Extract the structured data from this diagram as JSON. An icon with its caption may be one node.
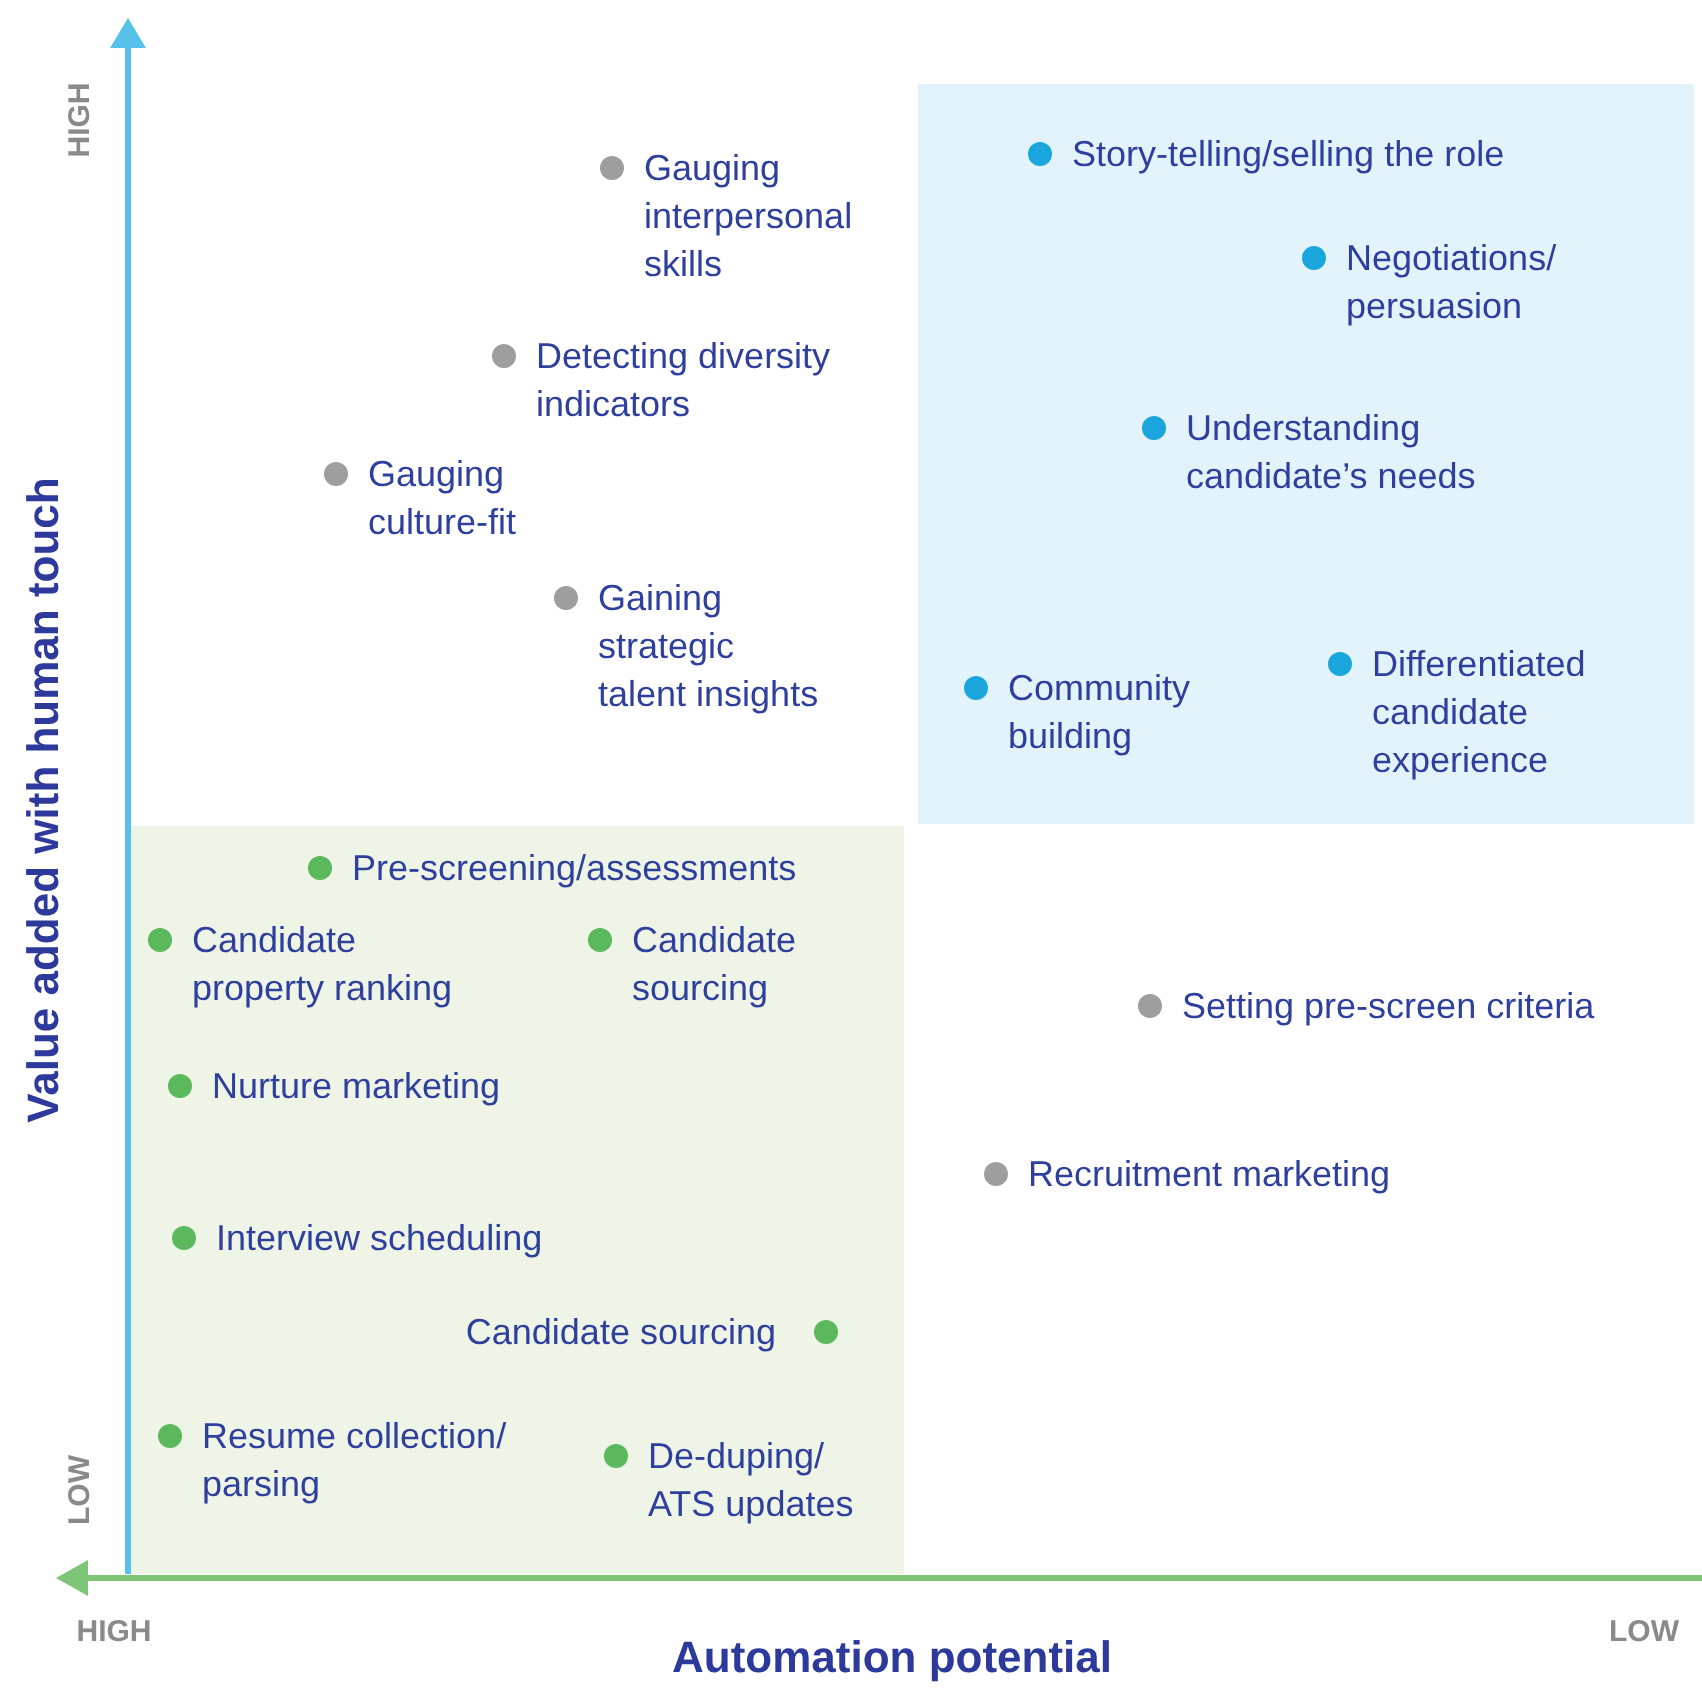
{
  "diagram": {
    "nodes": [
      {
        "text": [],
        "shape": "box"
      },
      {
        "text": [],
        "shape": "box"
      }
    ],
    "labels": [
      "HIGH",
      "Value added with human touch",
      "LOW",
      "HIGH",
      "LOW",
      "Automation potential",
      "Gauging interpersonal skills",
      "Story-telling/selling the role",
      "Negotiations/ persuasion",
      "Detecting diversity indicators",
      "Understanding candidate’s needs",
      "Gauging culture-fit",
      "Gaining strategic talent insights",
      "Community building",
      "Differentiated candidate experience",
      "Pre-screening/assessments",
      "Candidate property ranking",
      "Candidate sourcing",
      "Setting pre-screen criteria",
      "Nurture marketing",
      "Recruitment marketing",
      "Interview scheduling",
      "Candidate sourcing",
      "Resume collection/ parsing",
      "De-duping/ ATS updates"
    ]
  }
}
